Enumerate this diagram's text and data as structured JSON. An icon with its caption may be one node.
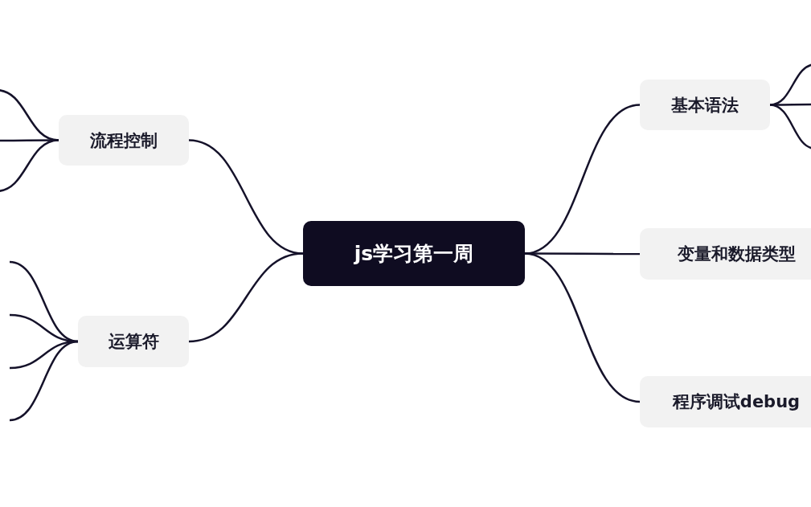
{
  "diagram": {
    "nodes": [
      {
        "text": [
          "js学习第一周"
        ]
      },
      {
        "text": [
          "流程控制"
        ]
      },
      {
        "text": [
          "运算符"
        ]
      },
      {
        "text": [
          "基本语法"
        ]
      },
      {
        "text": [
          "变量和数据类型"
        ]
      },
      {
        "text": [
          "程序调试debug"
        ]
      }
    ],
    "edges": [
      {
        "from": 0,
        "to": 1,
        "arrow": "none"
      },
      {
        "from": 0,
        "to": 2,
        "arrow": "none"
      },
      {
        "from": 0,
        "to": 3,
        "arrow": "none"
      },
      {
        "from": 0,
        "to": 4,
        "arrow": "none"
      },
      {
        "from": 0,
        "to": 5,
        "arrow": "none"
      },
      {
        "from": 1,
        "to": null,
        "arrow": "none"
      },
      {
        "from": 1,
        "to": null,
        "arrow": "none"
      },
      {
        "from": 1,
        "to": null,
        "arrow": "none"
      },
      {
        "from": 2,
        "to": null,
        "arrow": "none"
      },
      {
        "from": 2,
        "to": null,
        "arrow": "none"
      },
      {
        "from": 2,
        "to": null,
        "arrow": "none"
      },
      {
        "from": 2,
        "to": null,
        "arrow": "none"
      },
      {
        "from": 3,
        "to": null,
        "arrow": "none"
      },
      {
        "from": 3,
        "to": null,
        "arrow": "none"
      },
      {
        "from": 3,
        "to": null,
        "arrow": "none"
      }
    ]
  }
}
